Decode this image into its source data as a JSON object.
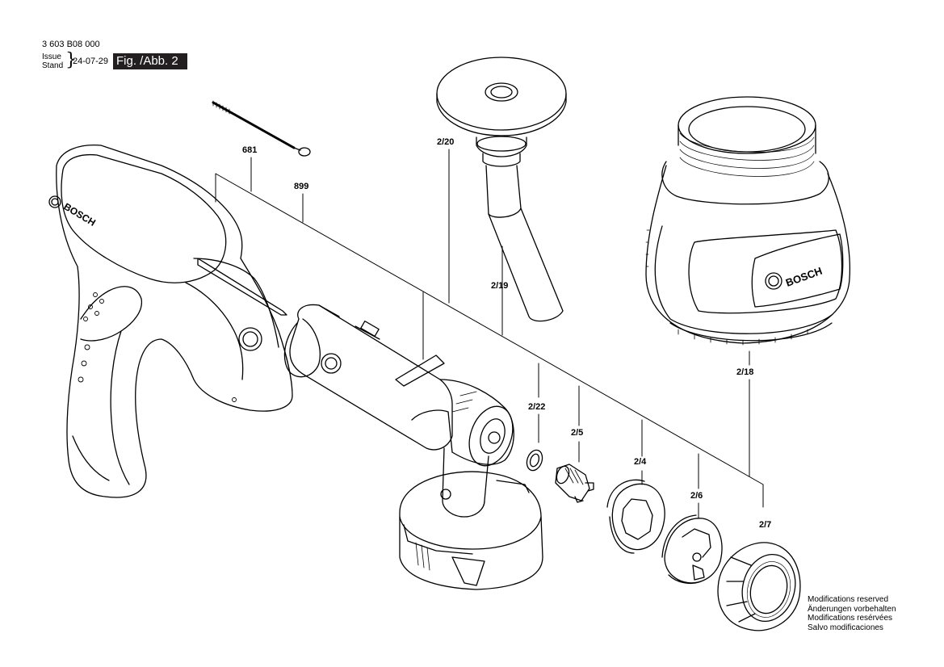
{
  "header": {
    "doc_number": "3 603 B08 000",
    "issue_label": "Issue",
    "stand_label": "Stand",
    "issue_date": "24-07-29",
    "figure": "Fig. /Abb. 2"
  },
  "brand": {
    "logo_text": "BOSCH"
  },
  "part_labels": {
    "p681": "681",
    "p899": "899",
    "p2_20": "2/20",
    "p2_19": "2/19",
    "p2_22": "2/22",
    "p2_5": "2/5",
    "p2_4": "2/4",
    "p2_6": "2/6",
    "p2_7": "2/7",
    "p2_18": "2/18"
  },
  "notes": [
    "Modifications reserved",
    "Änderungen vorbehalten",
    "Modifications resérvées",
    "Salvo modificaciones"
  ]
}
